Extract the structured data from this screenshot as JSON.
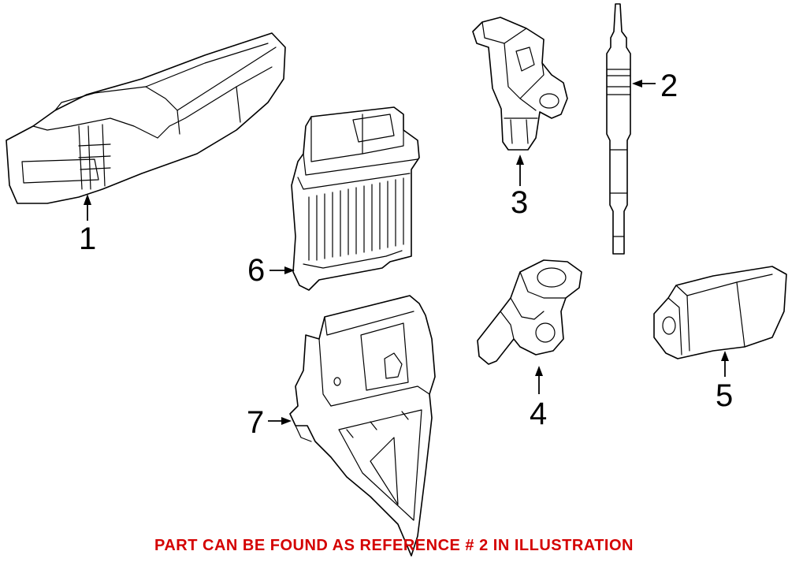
{
  "callouts": {
    "c1": "1",
    "c2": "2",
    "c3": "3",
    "c4": "4",
    "c5": "5",
    "c6": "6",
    "c7": "7"
  },
  "note": {
    "text": "PART CAN BE FOUND AS REFERENCE # 2 IN ILLUSTRATION",
    "color": "#d40000"
  },
  "colors": {
    "line": "#000000",
    "background": "#ffffff"
  }
}
